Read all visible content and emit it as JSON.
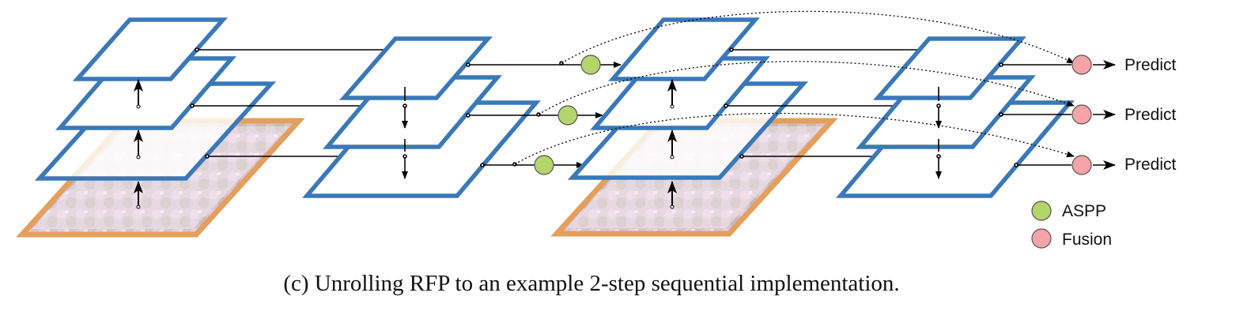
{
  "outputs": [
    {
      "label": "Predict"
    },
    {
      "label": "Predict"
    },
    {
      "label": "Predict"
    }
  ],
  "legend": [
    {
      "label": "ASPP",
      "color": "#b3d56a"
    },
    {
      "label": "Fusion",
      "color": "#f4a3a6"
    }
  ],
  "caption": "(c) Unrolling RFP to an example 2-step sequential implementation.",
  "colors": {
    "feature_map_stroke": "#3a78b8",
    "image_frame": "#e3a05c",
    "arrow": "#000000"
  }
}
